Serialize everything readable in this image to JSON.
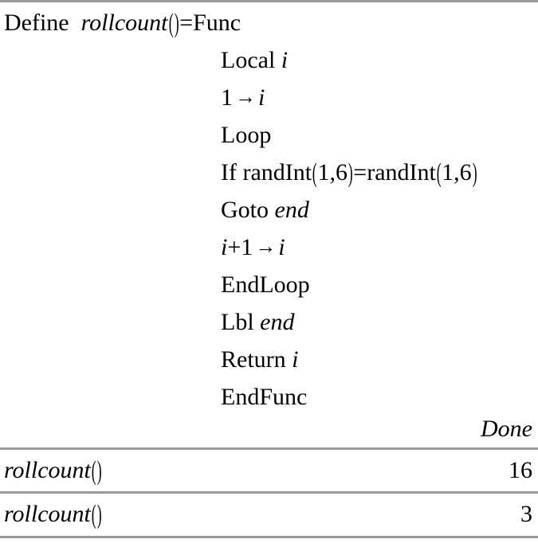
{
  "app": {
    "kind": "calculator-cas-history",
    "rule_color": "#9a9a9a",
    "text_color": "#000000",
    "background": "#ffffff"
  },
  "definition": {
    "header": {
      "keyword": "Define",
      "name": "rollcount",
      "open_paren": "(",
      "close_paren": ")",
      "equals": "=",
      "func_keyword": "Func"
    },
    "body": [
      {
        "id": "local",
        "parts": [
          {
            "t": "Local ",
            "style": "upright"
          },
          {
            "t": "i",
            "style": "italic"
          }
        ]
      },
      {
        "id": "init",
        "parts": [
          {
            "t": "1",
            "style": "upright"
          },
          {
            "t": "→",
            "style": "arrow"
          },
          {
            "t": "i",
            "style": "italic"
          }
        ]
      },
      {
        "id": "loop",
        "parts": [
          {
            "t": "Loop",
            "style": "upright"
          }
        ]
      },
      {
        "id": "if",
        "parts": [
          {
            "t": "If randInt",
            "style": "upright"
          },
          {
            "t": "(",
            "style": "paren"
          },
          {
            "t": "1,6",
            "style": "upright"
          },
          {
            "t": ")",
            "style": "paren"
          },
          {
            "t": "=randInt",
            "style": "upright"
          },
          {
            "t": "(",
            "style": "paren"
          },
          {
            "t": "1,6",
            "style": "upright"
          },
          {
            "t": ")",
            "style": "paren"
          }
        ]
      },
      {
        "id": "goto",
        "parts": [
          {
            "t": "Goto ",
            "style": "upright"
          },
          {
            "t": "end",
            "style": "italic"
          }
        ]
      },
      {
        "id": "incr",
        "parts": [
          {
            "t": "i",
            "style": "italic"
          },
          {
            "t": "+1",
            "style": "upright"
          },
          {
            "t": "→",
            "style": "arrow"
          },
          {
            "t": "i",
            "style": "italic"
          }
        ]
      },
      {
        "id": "endloop",
        "parts": [
          {
            "t": "EndLoop",
            "style": "upright"
          }
        ]
      },
      {
        "id": "lbl",
        "parts": [
          {
            "t": "Lbl ",
            "style": "upright"
          },
          {
            "t": "end",
            "style": "italic"
          }
        ]
      },
      {
        "id": "return",
        "parts": [
          {
            "t": "Return ",
            "style": "upright"
          },
          {
            "t": "i",
            "style": "italic"
          }
        ]
      },
      {
        "id": "endfunc",
        "parts": [
          {
            "t": "EndFunc",
            "style": "upright"
          }
        ]
      }
    ],
    "result": "Done"
  },
  "entries": [
    {
      "expression_name": "rollcount",
      "open_paren": "(",
      "close_paren": ")",
      "result": "16"
    },
    {
      "expression_name": "rollcount",
      "open_paren": "(",
      "close_paren": ")",
      "result": "3"
    }
  ]
}
